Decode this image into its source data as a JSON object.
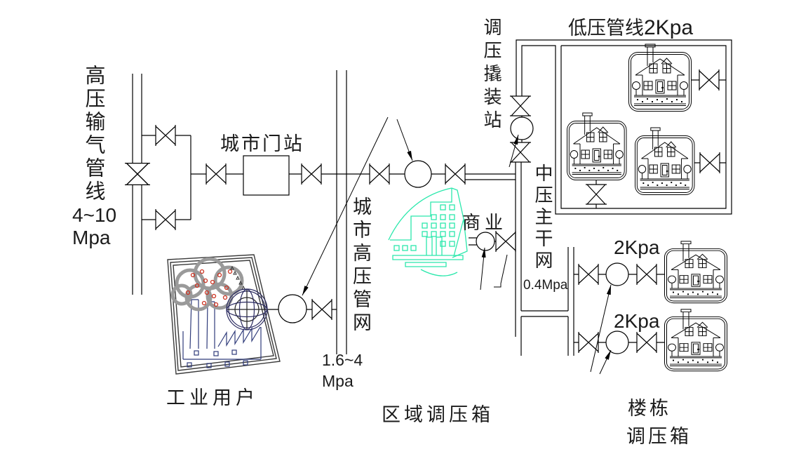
{
  "diagram": {
    "labels": {
      "hp_pipeline": "高压输气管线",
      "hp_pressure_1": "4~10",
      "hp_pressure_2": "Mpa",
      "city_gate_station": "城市门站",
      "city_hp_network": "城市高压管网",
      "city_hp_pressure_1": "1.6~4",
      "city_hp_pressure_2": "Mpa",
      "industrial_user": "工业用户",
      "regional_regulator_box": "区域调压箱",
      "commercial": "商业",
      "regulator_skid_station": "调压撬装站",
      "lp_pipeline": "低压管线",
      "lp_pressure": "2Kpa",
      "mp_main_network": "中压主干网",
      "mp_pressure": "0.4Mpa",
      "branch_pressure_1": "2Kpa",
      "branch_pressure_2": "2Kpa",
      "building_regulator_box_line1": "楼栋",
      "building_regulator_box_line2": "调压箱"
    },
    "icons": {
      "valve": "gate-valve-bowtie",
      "regulator": "regulator-circle",
      "house": "residential-house-block",
      "factory": "industrial-plant-block",
      "meter": "flow-meter-globe",
      "commercial_building": "commercial-building-sketch",
      "leader": "leader-arrow"
    },
    "colors": {
      "line": "#000000",
      "text": "#1b1b1b",
      "commercial_building": "#2BE8AC",
      "factory_outline": "#2F3B7A",
      "smoke": "#9A9A9A",
      "sparks": "#CC3322",
      "frame": "#3A3A3A",
      "background": "#FFFFFF"
    }
  }
}
